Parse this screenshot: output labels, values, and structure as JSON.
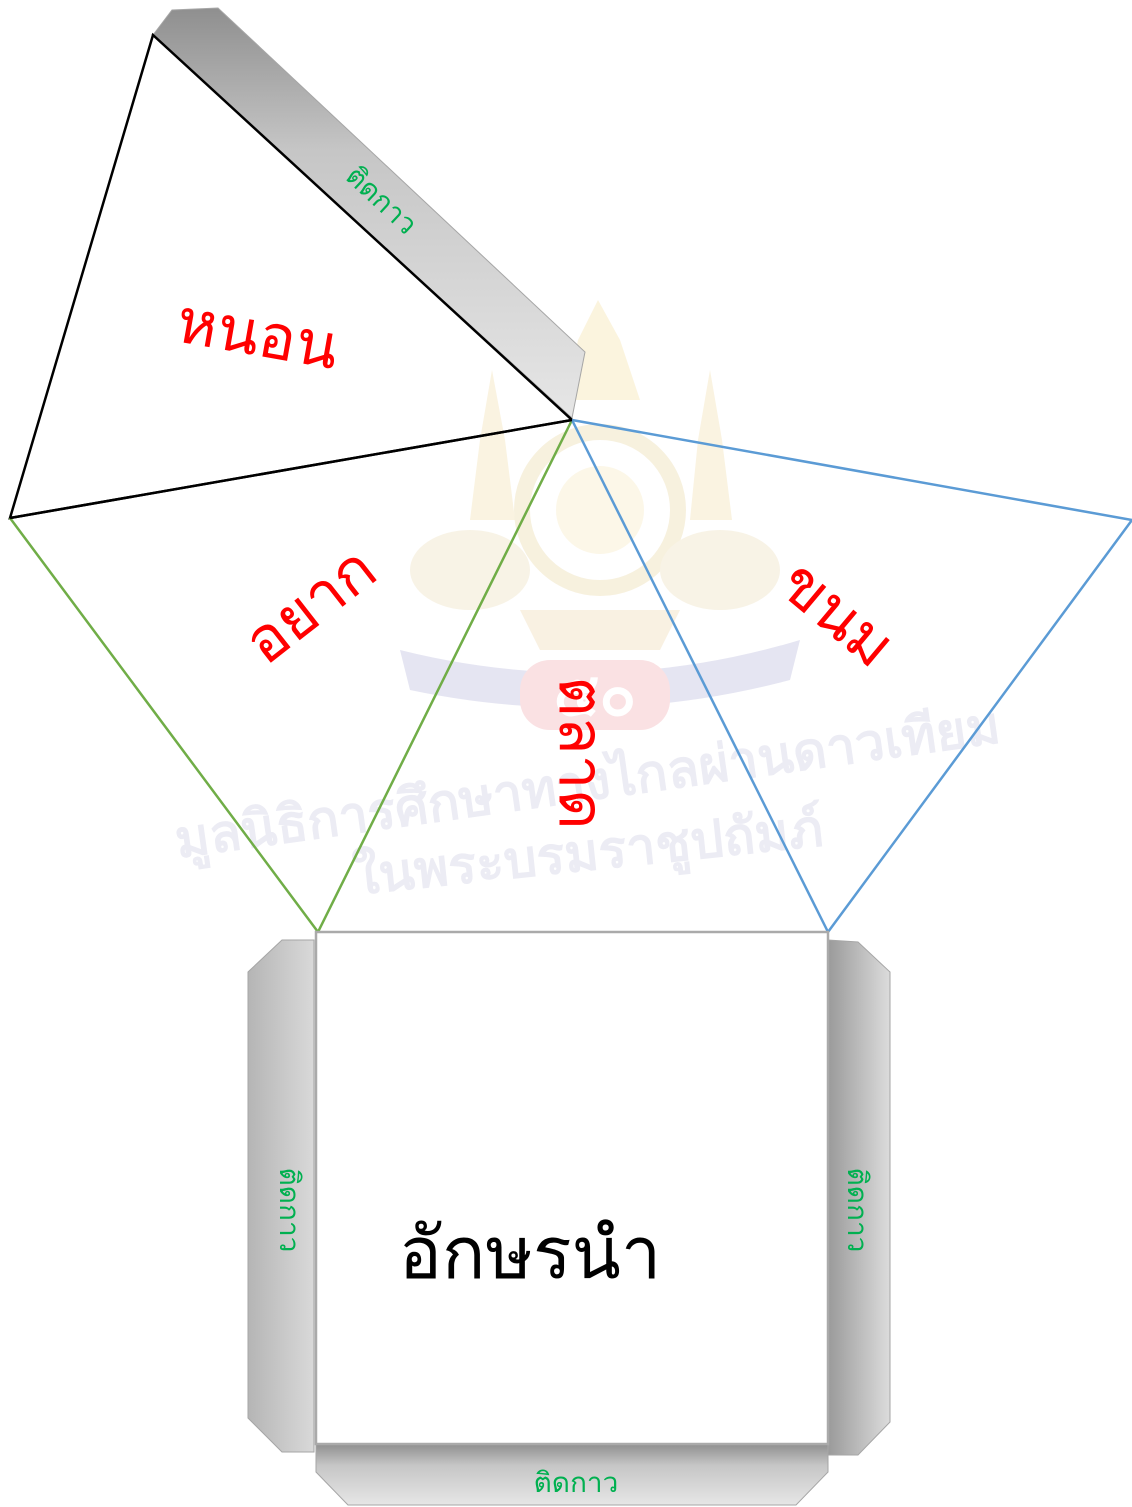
{
  "faces": {
    "top_left": "หนอน",
    "left": "อยาก",
    "center": "ตลาด",
    "right": "ขนม"
  },
  "base": {
    "label": "อักษรนำ"
  },
  "glue_tabs": {
    "top_strip": "ติดกาว",
    "left_side": "ติดกาว",
    "right_side": "ติดกาว",
    "bottom": "ติดกาว"
  },
  "watermark": {
    "line1": "มูลนิธิการศึกษาทางไกลผ่านดาวเทียม",
    "line2": "ในพระบรมราชูปถัมภ์",
    "emblem_number": "๕๐"
  },
  "colors": {
    "face_label": "#ff0000",
    "tab_label": "#00b050",
    "tab_fill": "#c8c8c8",
    "edge_black": "#000000",
    "edge_green": "#70ad47",
    "edge_blue": "#5b9bd5",
    "base_border": "#aaaaaa"
  }
}
